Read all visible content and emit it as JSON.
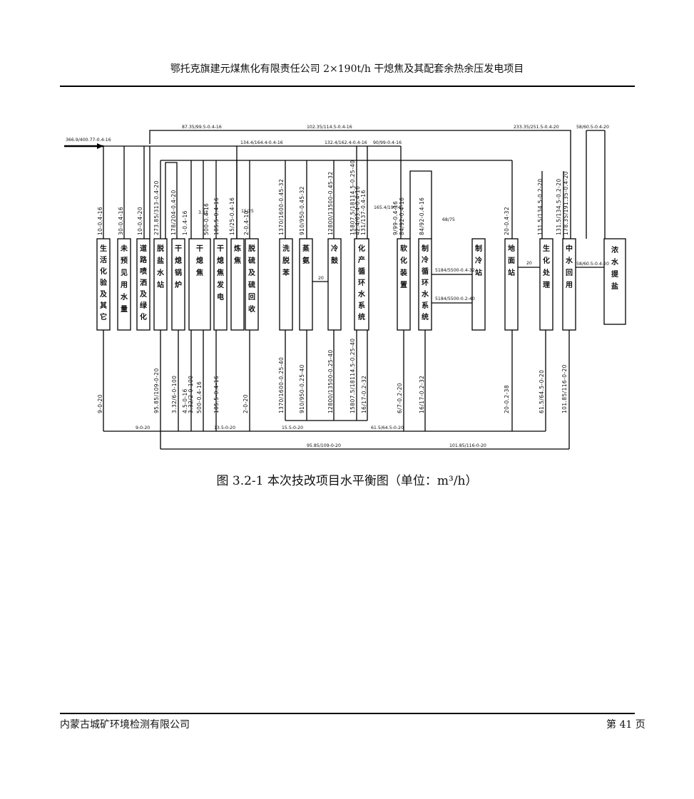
{
  "header": {
    "title": "鄂托克旗建元煤焦化有限责任公司 2×190t/h 干熄焦及其配套余热余压发电项目"
  },
  "caption": "图 3.2-1   本次技改项目水平衡图（单位：m³/h）",
  "footer": {
    "company": "内蒙古城矿环境检测有限公司",
    "page": "第 41 页"
  },
  "diagram": {
    "units": [
      {
        "id": "u1",
        "name": "生活化验及其它"
      },
      {
        "id": "u2",
        "name": "未预见用水量"
      },
      {
        "id": "u3",
        "name": "道路喷洒及绿化"
      },
      {
        "id": "u4",
        "name": "脱盐水站"
      },
      {
        "id": "u5",
        "name": "干熄锅炉"
      },
      {
        "id": "u6",
        "name": "干熄焦"
      },
      {
        "id": "u7",
        "name": "干熄焦发电"
      },
      {
        "id": "u8",
        "name": "炼焦"
      },
      {
        "id": "u9",
        "name": "脱硫及硫回收"
      },
      {
        "id": "u10",
        "name": "洗脱苯"
      },
      {
        "id": "u11",
        "name": "蒸氨"
      },
      {
        "id": "u12",
        "name": "冷鼓"
      },
      {
        "id": "u13",
        "name": "化产循环水系统"
      },
      {
        "id": "u14",
        "name": "软化装置"
      },
      {
        "id": "u15",
        "name": "制冷循环水系统"
      },
      {
        "id": "u16",
        "name": "制冷站"
      },
      {
        "id": "u17",
        "name": "地面站"
      },
      {
        "id": "u18",
        "name": "生化处理"
      },
      {
        "id": "u19",
        "name": "中水回用"
      },
      {
        "id": "u20",
        "name": "浓水提盐"
      }
    ],
    "top_flows": {
      "inlet": "366.9/400.77-0.4-16",
      "f1": "87.35/99.5-0.4-16",
      "f2": "102.35/114.5-0.4-16",
      "f3": "233.35/251.5-0.4-20",
      "f4": "58/60.5-0.4-20",
      "f5": "134.4/164.4-0.4-16",
      "f6": "132.4/162.4-0.4-16",
      "f7": "90/99-0.4-16"
    },
    "upper_vertical": [
      "10-0.4-16",
      "30-0.4-16",
      "10-0.4-20",
      "273.85/313-0.4-20",
      "178/204-0.4-20",
      "1-0.4-16",
      "500-0.4-16",
      "185.5-0.4-16",
      "15/25-0.4-16",
      "2-0.4-10",
      "1370/1600-0.45-32",
      "910/950-0.45-32",
      "12800/13500-0.45-32",
      "15807.5/18114.5-0.25-40",
      "42.4/63.4-0.4-16",
      "131/137-0.4-16",
      "9/99-0.4-16",
      "84/92-0.4-16",
      "84/92-0.4-16",
      "20-0.4-32",
      "131.5/134.5-0.2-20",
      "131.5/134.5-0.2-20",
      "178.35/191.35-0.4-20"
    ],
    "small_labels": {
      "l1": "3.82",
      "l2": "15/25",
      "l3": "165.4/190.4",
      "l4": "68/75",
      "l5": "58/60.5-0.4-20",
      "m1": "5184/5500-0.4-32",
      "m2": "5184/5500-0.2-40",
      "d1": "20",
      "d2": "20"
    },
    "lower_vertical": [
      "9-0-20",
      "95.85/109-0-20",
      "3.32/6-0-100",
      "4.5-0-16",
      "3.32/2-0-100",
      "500-0.4-16",
      "185.5-0.4-16",
      "2-0-20",
      "1370/1600-0.25-40",
      "910/950-0.25-40",
      "12800/13500-0.25-40",
      "15807.5/18114.5-0.25-40",
      "16/17-0.2-32",
      "6/7-0.2-20",
      "16/17-0.2-32",
      "20-0.2-38",
      "61.5/64.5-0-20",
      "101.85/116-0-20"
    ],
    "bottom_flows": {
      "b1": "9-0-20",
      "b2": "13.5-0-20",
      "b3": "15.5-0-20",
      "b4": "61.5/64.5-0-20",
      "b5": "95.85/109-0-20",
      "b6": "101.85/116-0-20"
    }
  }
}
